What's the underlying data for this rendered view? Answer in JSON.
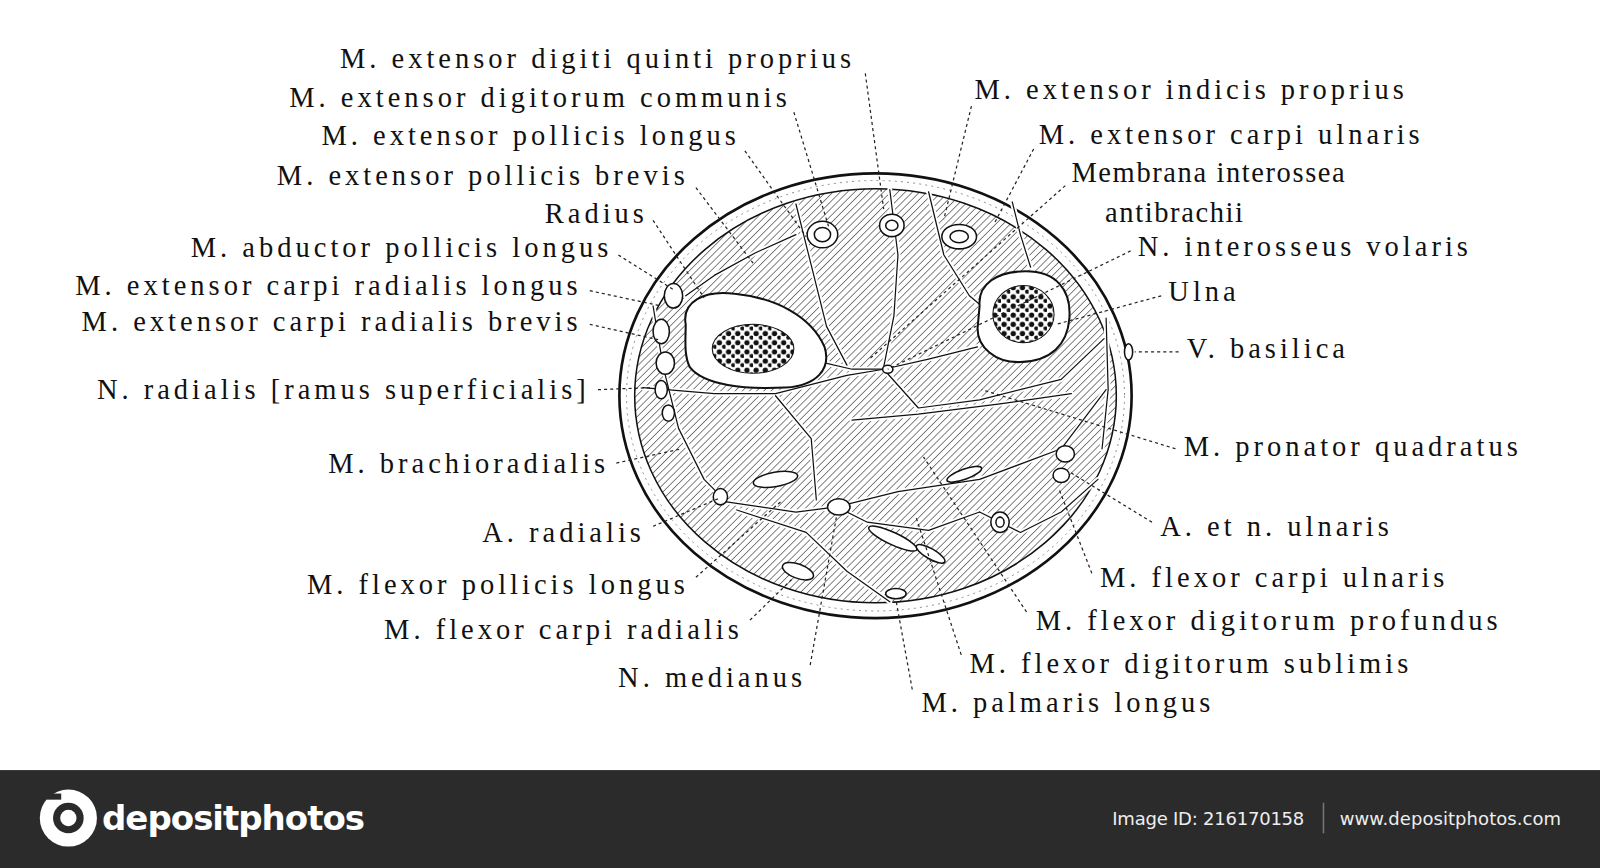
{
  "diagram": {
    "labels": [
      "M. extensor digiti quinti proprius",
      "M. extensor digitorum communis",
      "M. extensor pollicis longus",
      "M. extensor pollicis brevis",
      "Radius",
      "M. abductor pollicis longus",
      "M. extensor carpi radialis longus",
      "M. extensor carpi radialis brevis",
      "N. radialis [ramus superficialis]",
      "M. brachioradialis",
      "A. radialis",
      "M. flexor pollicis longus",
      "M. flexor carpi radialis",
      "N. medianus",
      "M. extensor indicis proprius",
      "M. extensor carpi ulnaris",
      "Membrana interossea antibrachii",
      "N. interosseus volaris",
      "Ulna",
      "V. basilica",
      "M. pronator quadratus",
      "A. et n. ulnaris",
      "M. flexor carpi ulnaris",
      "M. flexor digitorum profundus",
      "M. flexor digitorum sublimis",
      "M. palmaris longus",
      "depositphotos",
      "Image ID: 216170158",
      "www.depositphotos.com"
    ]
  }
}
